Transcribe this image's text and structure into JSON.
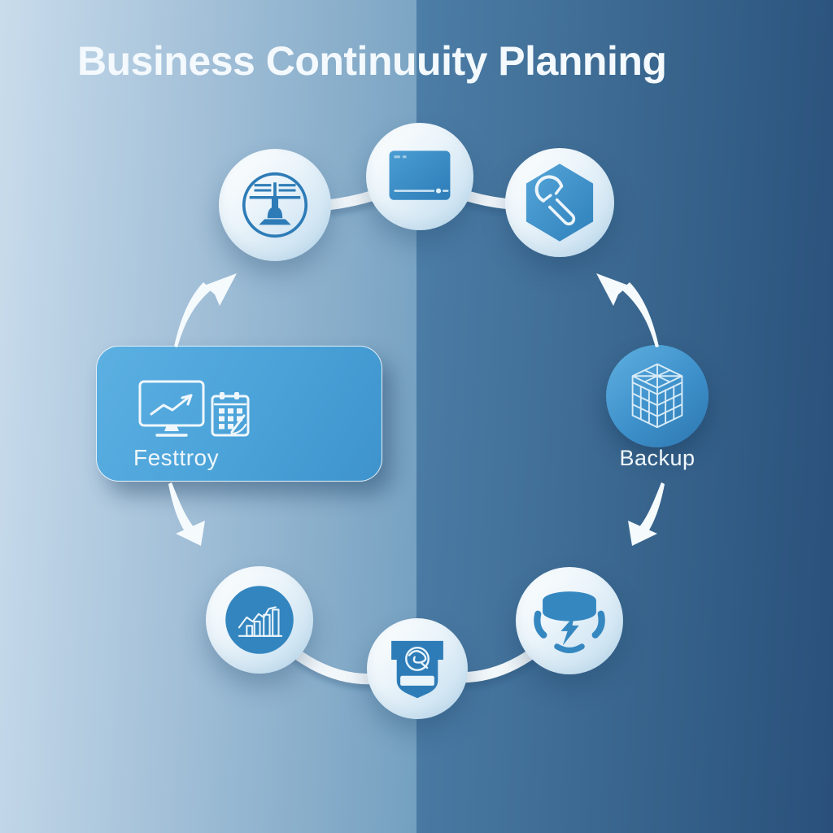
{
  "title": "Business Continuuity Planning",
  "diagram": {
    "card": {
      "label": "Festtroy",
      "icons": [
        {
          "name": "monitor-trend-icon"
        },
        {
          "name": "calendar-icon"
        }
      ]
    },
    "nodes": [
      {
        "id": "meeting",
        "icon": "meeting-desk-icon",
        "label": ""
      },
      {
        "id": "display",
        "icon": "display-screen-icon",
        "label": ""
      },
      {
        "id": "maintenance",
        "icon": "wrench-hexagon-icon",
        "label": ""
      },
      {
        "id": "backup",
        "icon": "storage-crate-icon",
        "label": "Backup"
      },
      {
        "id": "power",
        "icon": "power-cylinder-icon",
        "label": ""
      },
      {
        "id": "security",
        "icon": "shield-emblem-icon",
        "label": ""
      },
      {
        "id": "growth",
        "icon": "growth-chart-icon",
        "label": ""
      }
    ],
    "connectors": [
      {
        "id": "meeting-display"
      },
      {
        "id": "display-maintenance"
      },
      {
        "id": "growth-security"
      },
      {
        "id": "security-power"
      }
    ],
    "arrows": [
      {
        "id": "card-to-meeting",
        "direction": "up-right"
      },
      {
        "id": "backup-to-maintenance",
        "direction": "up-left"
      },
      {
        "id": "card-to-growth",
        "direction": "down-right"
      },
      {
        "id": "backup-to-power",
        "direction": "down-left"
      }
    ],
    "colors": {
      "bg_left_start": "#c9dcec",
      "bg_left_end": "#74a0c0",
      "bg_right_start": "#4d7ea7",
      "bg_right_end": "#29507a",
      "accent_blue": "#2e7cb7",
      "card_blue": "#4aa2d8",
      "node_light": "#d9eaf5",
      "ribbon_white": "#f2f7fa",
      "text_white": "#f3f9fd"
    }
  }
}
